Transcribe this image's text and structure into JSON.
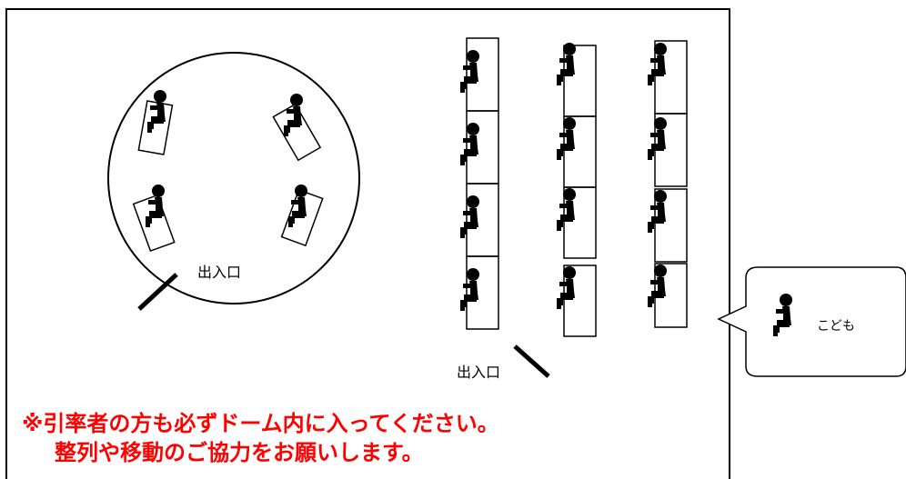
{
  "entrance_label_left": "出入口",
  "entrance_label_right": "出入口",
  "legend": {
    "label": "こども",
    "icon": "seated-child-icon"
  },
  "notice": {
    "line1": "※引率者の方も必ずドーム内に入ってください。",
    "line2": "整列や移動のご協力をお願いします。",
    "color": "#ff0000"
  },
  "colors": {
    "line": "#000000",
    "figure": "#000000",
    "background": "#ffffff"
  }
}
